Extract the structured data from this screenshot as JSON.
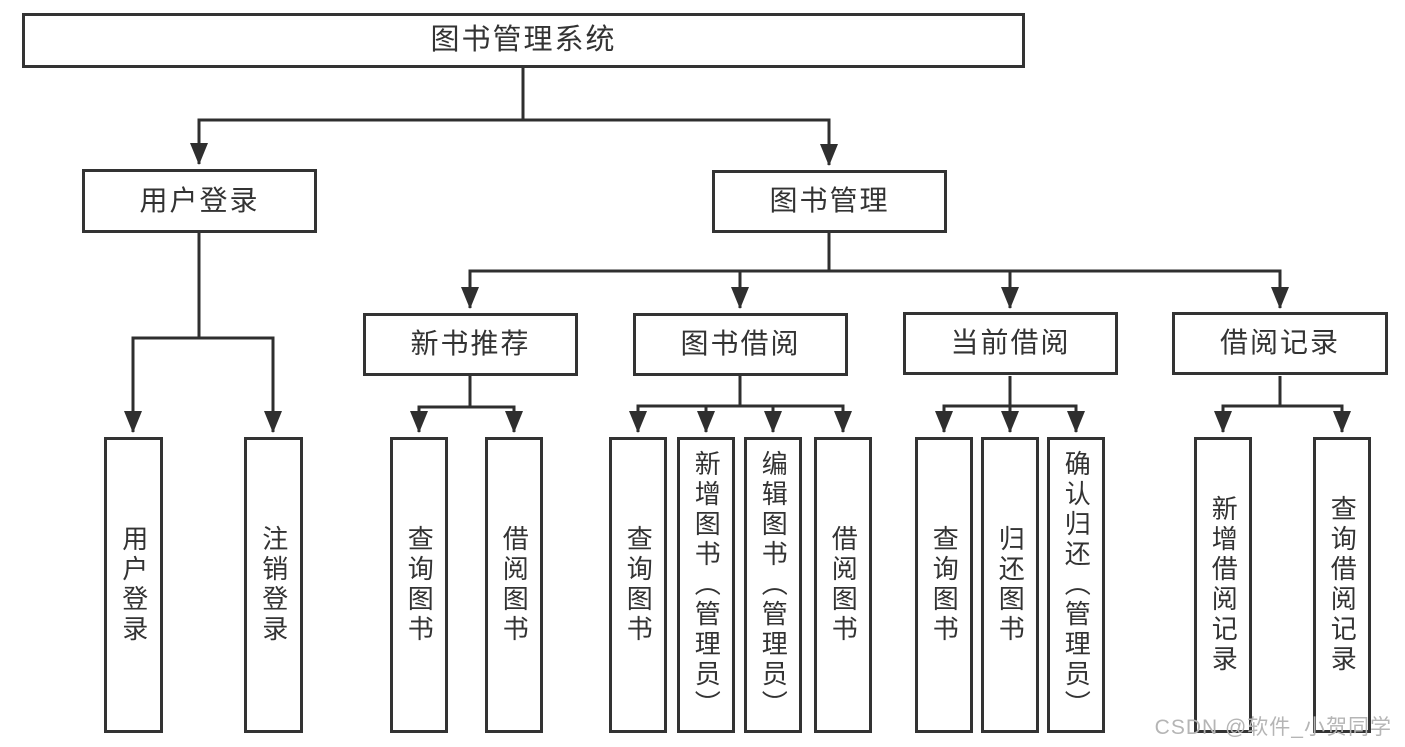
{
  "diagram": {
    "root": {
      "label": "图书管理系统"
    },
    "level2": [
      {
        "label": "用户登录"
      },
      {
        "label": "图书管理"
      }
    ],
    "level3": [
      {
        "label": "新书推荐"
      },
      {
        "label": "图书借阅"
      },
      {
        "label": "当前借阅"
      },
      {
        "label": "借阅记录"
      }
    ],
    "leaves": {
      "login": [
        {
          "label": "用户登录"
        },
        {
          "label": "注销登录"
        }
      ],
      "newbook": [
        {
          "label": "查询图书"
        },
        {
          "label": "借阅图书"
        }
      ],
      "borrow": [
        {
          "label": "查询图书"
        },
        {
          "label": "新增图书（管理员）"
        },
        {
          "label": "编辑图书（管理员）"
        },
        {
          "label": "借阅图书"
        }
      ],
      "current": [
        {
          "label": "查询图书"
        },
        {
          "label": "归还图书"
        },
        {
          "label": "确认归还（管理员）"
        }
      ],
      "records": [
        {
          "label": "新增借阅记录"
        },
        {
          "label": "查询借阅记录"
        }
      ]
    },
    "watermark": "CSDN @软件_小贺同学",
    "colors": {
      "line": "#2f2f2f",
      "border": "#333333",
      "text": "#333333",
      "watermark_text": "#b5b5b5",
      "background": "#ffffff"
    }
  }
}
